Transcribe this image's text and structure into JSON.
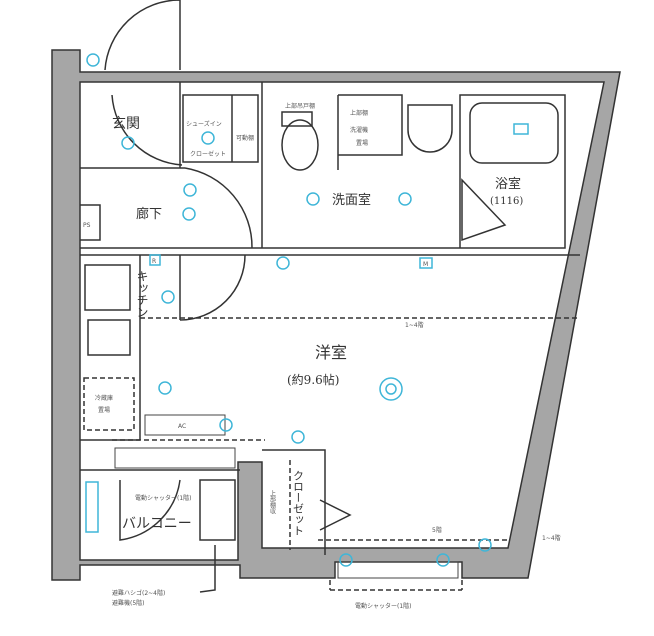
{
  "rooms": {
    "entrance": "玄関",
    "shoe_closet_1": "シューズイン",
    "shoe_closet_2": "クローゼット",
    "movable_shelf": "可動棚",
    "upper_cabinet": "上部吊戸棚",
    "upper_shelf": "上部棚",
    "washer_1": "洗濯機",
    "washer_2": "置場",
    "washroom": "洗面室",
    "bathroom": "浴室",
    "bath_size": "(1116)",
    "hallway": "廊下",
    "ps": "PS",
    "kitchen": "キッチン",
    "western_room": "洋室",
    "western_room_size": "(約9.6帖)",
    "fridge_1": "冷蔵庫",
    "fridge_2": "置場",
    "ac": "AC",
    "closet": "クローゼット",
    "closet_shelf": "上部棚収",
    "balcony": "バルコニー",
    "shutter_balcony": "電動シャッター(1階)",
    "ladder_1": "避難ハシゴ(2~4階)",
    "ladder_2": "避難機(5階)",
    "shutter_bottom": "電動シャッター(1階)",
    "floor_1_4": "1~4階",
    "floor_5": "5階",
    "floor_1_4_b": "1~4階",
    "mark_r": "R",
    "mark_m": "M"
  },
  "colors": {
    "wall": "#a6a6a6",
    "equipment": "#3fb6d8",
    "line": "#333333"
  }
}
